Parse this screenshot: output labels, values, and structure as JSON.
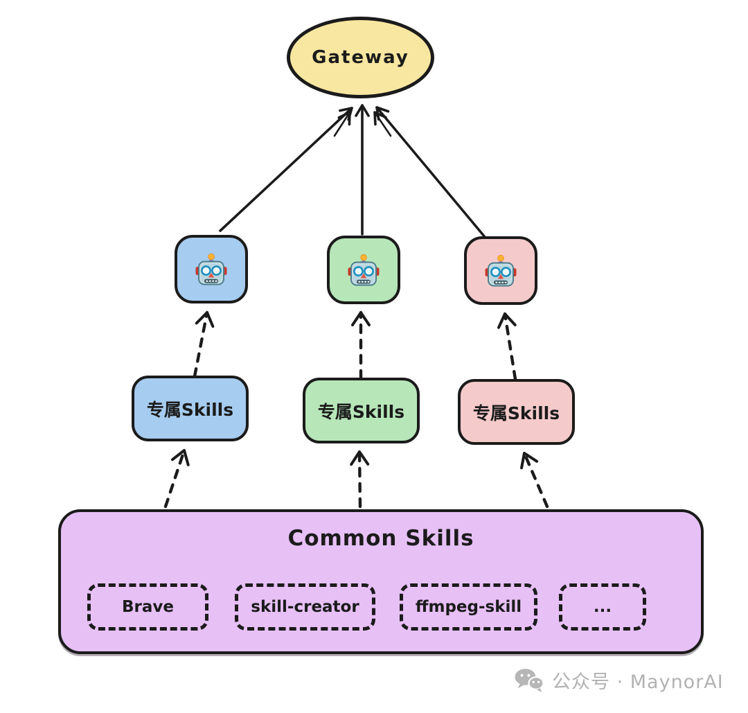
{
  "diagram": {
    "gateway": {
      "label": "Gateway",
      "fill": "#F8E7A1"
    },
    "agents": [
      {
        "id": "agent-blue",
        "icon": "robot-emoji",
        "fill": "#A6CCEF"
      },
      {
        "id": "agent-green",
        "icon": "robot-emoji",
        "fill": "#B7E6B8"
      },
      {
        "id": "agent-pink",
        "icon": "robot-emoji",
        "fill": "#F5CACA"
      }
    ],
    "exclusive_skills": [
      {
        "label": "专属Skills",
        "fill": "#A6CCEF"
      },
      {
        "label": "专属Skills",
        "fill": "#B7E6B8"
      },
      {
        "label": "专属Skills",
        "fill": "#F5CACA"
      }
    ],
    "common_skills": {
      "title": "Common Skills",
      "fill": "#E7C0F6",
      "items": [
        "Brave",
        "skill-creator",
        "ffmpeg-skill",
        "..."
      ]
    },
    "stroke_color": "#1b1b1b"
  },
  "watermark": {
    "icon": "wechat-icon",
    "text": "公众号 · MaynorAI",
    "color": "#b2b2b2"
  }
}
